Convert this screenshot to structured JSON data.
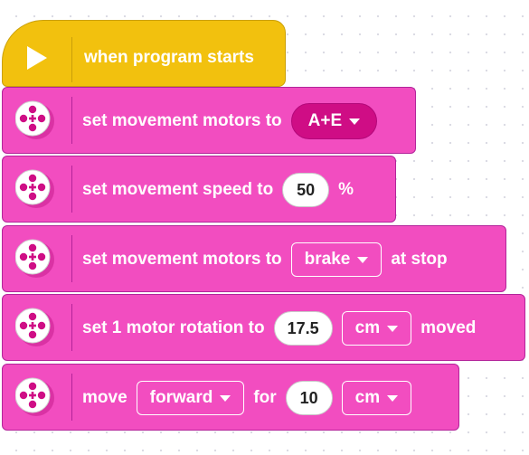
{
  "colors": {
    "hat": "#f2c10e",
    "motion": "#f24dc0",
    "motion_dark": "#cf0d85"
  },
  "hat": {
    "label": "when program starts",
    "icon": "play-icon"
  },
  "blocks": [
    {
      "text": "set movement motors to",
      "dropdown": "A+E"
    },
    {
      "text": "set movement speed to",
      "value": "50",
      "unit": "%"
    },
    {
      "text": "set movement motors to",
      "dropdown": "brake",
      "suffix": "at stop"
    },
    {
      "text": "set 1 motor rotation to",
      "value": "17.5",
      "dropdown": "cm",
      "suffix": "moved"
    },
    {
      "text": "move",
      "direction": "forward",
      "for_label": "for",
      "value": "10",
      "unit_dropdown": "cm"
    }
  ],
  "block_icon": "motor-wheel-icon"
}
